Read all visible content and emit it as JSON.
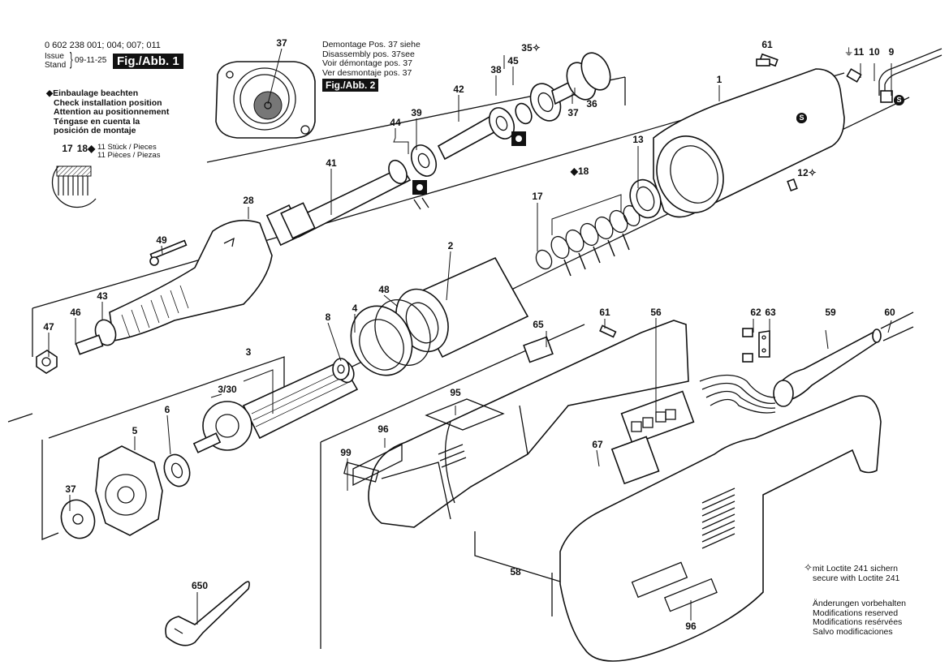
{
  "header": {
    "part_numbers": "0 602 238 001; 004; 007; 011",
    "issue_label": "Issue",
    "stand_label": "Stand",
    "issue_date": "09-11-25",
    "figure1_label": "Fig./Abb. 1"
  },
  "disassembly_note": {
    "lines": [
      "Demontage Pos. 37 siehe",
      "Disassembly pos. 37see",
      "Voir démontage pos. 37",
      "Ver desmontaje pos. 37"
    ],
    "figure2_label": "Fig./Abb. 2"
  },
  "install_note": {
    "symbol": "◆",
    "lines": [
      "Einbaulage beachten",
      "Check installation position",
      "Attention au positionnement",
      "Téngase en cuenta la",
      "posición de montaje"
    ]
  },
  "pieces_note": {
    "detail_labels": [
      "17",
      "18◆"
    ],
    "lines": [
      "11 Stück / Pieces",
      "11 Pièces / Piezas"
    ]
  },
  "loctite_note": {
    "symbol": "✧",
    "lines": [
      "mit Loctite 241 sichern",
      "secure with Loctite 241"
    ]
  },
  "modifications_note": {
    "lines": [
      "Änderungen vorbehalten",
      "Modifications reserved",
      "Modifications resérvées",
      "Salvo modificaciones"
    ]
  },
  "part_labels": {
    "p37_top": "37",
    "p1": "1",
    "p2": "2",
    "p3": "3",
    "p3_30": "3/30",
    "p4": "4",
    "p5": "5",
    "p6": "6",
    "p8": "8",
    "p9": "9",
    "p10": "10",
    "p11": "11",
    "p12": "12",
    "p13": "13",
    "p17": "17",
    "p18": "◆18",
    "p28": "28",
    "p35": "35",
    "p36": "36",
    "p37_shaft": "37",
    "p37_bottom": "37",
    "p38": "38",
    "p39": "39",
    "p41": "41",
    "p42": "42",
    "p43": "43",
    "p44": "44",
    "p45": "45",
    "p46": "46",
    "p47": "47",
    "p48": "48",
    "p49": "49",
    "p56": "56",
    "p58": "58",
    "p59": "59",
    "p60": "60",
    "p61_top": "61",
    "p61_mid": "61",
    "p62": "62",
    "p63": "63",
    "p65": "65",
    "p67": "67",
    "p95": "95",
    "p96_left": "96",
    "p96_bottom": "96",
    "p99": "99",
    "p650": "650"
  },
  "symbols": {
    "ground": "⏚",
    "loctite_star": "✧",
    "service_badge": "S"
  }
}
